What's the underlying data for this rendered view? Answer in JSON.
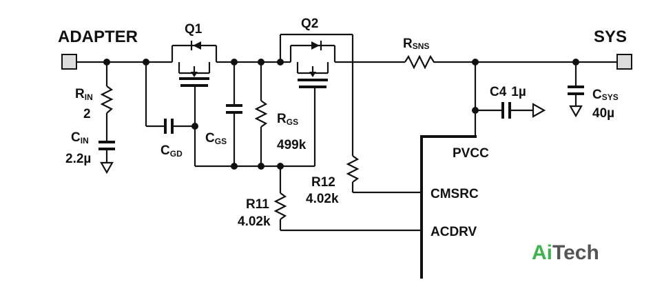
{
  "terminals": {
    "adapter": "ADAPTER",
    "sys": "SYS"
  },
  "transistors": {
    "q1": "Q1",
    "q2": "Q2"
  },
  "components": {
    "rsns": {
      "main": "R",
      "sub": "SNS"
    },
    "rin": {
      "main": "R",
      "sub": "IN",
      "value": "2"
    },
    "cin": {
      "main": "C",
      "sub": "IN",
      "value": "2.2µ"
    },
    "cgd": {
      "main": "C",
      "sub": "GD"
    },
    "cgs": {
      "main": "C",
      "sub": "GS"
    },
    "rgs": {
      "main": "R",
      "sub": "GS",
      "value": "499k"
    },
    "c4": {
      "name": "C4",
      "value": "1µ"
    },
    "csys": {
      "main": "C",
      "sub": "SYS",
      "value": "40µ"
    },
    "r12": {
      "name": "R12",
      "value": "4.02k"
    },
    "r11": {
      "name": "R11",
      "value": "4.02k"
    }
  },
  "pins": {
    "pvcc": "PVCC",
    "cmsrc": "CMSRC",
    "acdrv": "ACDRV"
  },
  "watermark": {
    "part1": "Ai",
    "part2": "Tech",
    "color1": "#3cb44b",
    "color2": "#555555"
  }
}
